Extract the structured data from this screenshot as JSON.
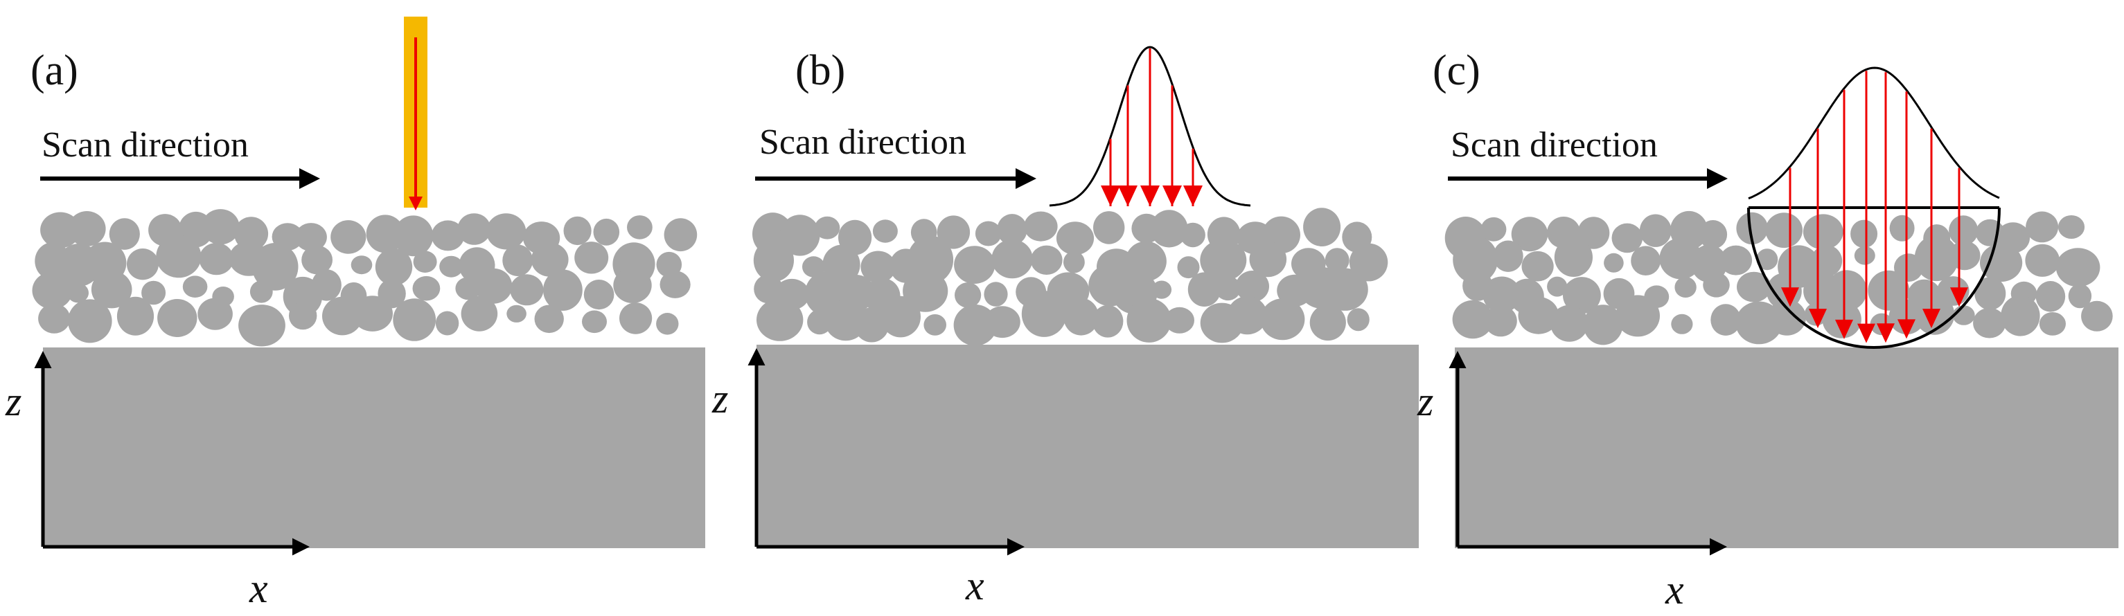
{
  "figure": {
    "panels": [
      {
        "id": "a",
        "label": "(a)",
        "scan_label": "Scan direction",
        "x_label": "x",
        "z_label": "z",
        "beam": "laser-beam"
      },
      {
        "id": "b",
        "label": "(b)",
        "scan_label": "Scan direction",
        "x_label": "x",
        "z_label": "z",
        "beam": "gaussian-surface-heat-source"
      },
      {
        "id": "c",
        "label": "(c)",
        "scan_label": "Scan direction",
        "x_label": "x",
        "z_label": "z",
        "beam": "volumetric-heat-source"
      }
    ],
    "colors": {
      "substrate": "#a6a6a6",
      "powder": "#a6a6a6",
      "arrow": "#ee0000",
      "beam_glow": "#f5b800",
      "axis": "#000000"
    }
  }
}
